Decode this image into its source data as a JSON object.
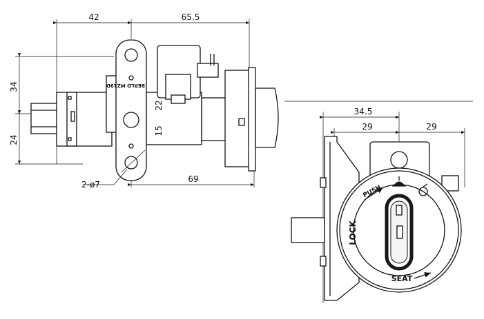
{
  "dimensions": {
    "top_left": "42",
    "top_right": "65.5",
    "left_upper": "34",
    "left_lower": "24",
    "inner_22": "22",
    "inner_15": "15",
    "bottom": "69",
    "holes": "2-ø7",
    "right_top": "34.5",
    "right_left": "29",
    "right_right": "29"
  },
  "labels": {
    "plate_marking": "BERLD MZ19D",
    "push": "PUSH",
    "lock": "LOCK",
    "seat": "SEAT"
  },
  "icons": {
    "helmet": "helmet-icon",
    "unlock": "unlock-circle-icon"
  }
}
